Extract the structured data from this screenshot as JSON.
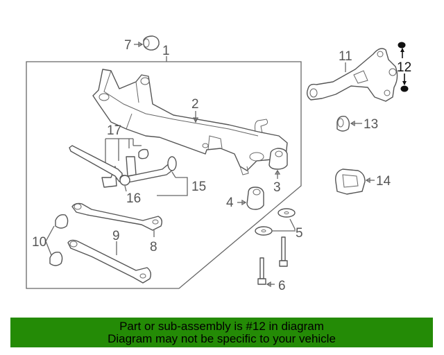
{
  "diagram": {
    "callouts": [
      {
        "id": "c1",
        "text": "1"
      },
      {
        "id": "c2",
        "text": "2"
      },
      {
        "id": "c3",
        "text": "3"
      },
      {
        "id": "c4",
        "text": "4"
      },
      {
        "id": "c5",
        "text": "5"
      },
      {
        "id": "c6",
        "text": "6"
      },
      {
        "id": "c7",
        "text": "7"
      },
      {
        "id": "c8",
        "text": "8"
      },
      {
        "id": "c9",
        "text": "9"
      },
      {
        "id": "c10",
        "text": "10"
      },
      {
        "id": "c11",
        "text": "11"
      },
      {
        "id": "c12",
        "text": "12"
      },
      {
        "id": "c13",
        "text": "13"
      },
      {
        "id": "c14",
        "text": "14"
      },
      {
        "id": "c15",
        "text": "15"
      },
      {
        "id": "c16",
        "text": "16"
      },
      {
        "id": "c17",
        "text": "17"
      }
    ],
    "highlighted_part": "12"
  },
  "banner": {
    "line1": "Part or sub-assembly is #12 in diagram",
    "line2": "Diagram may not be specific to your vehicle",
    "color": "#248b06"
  }
}
